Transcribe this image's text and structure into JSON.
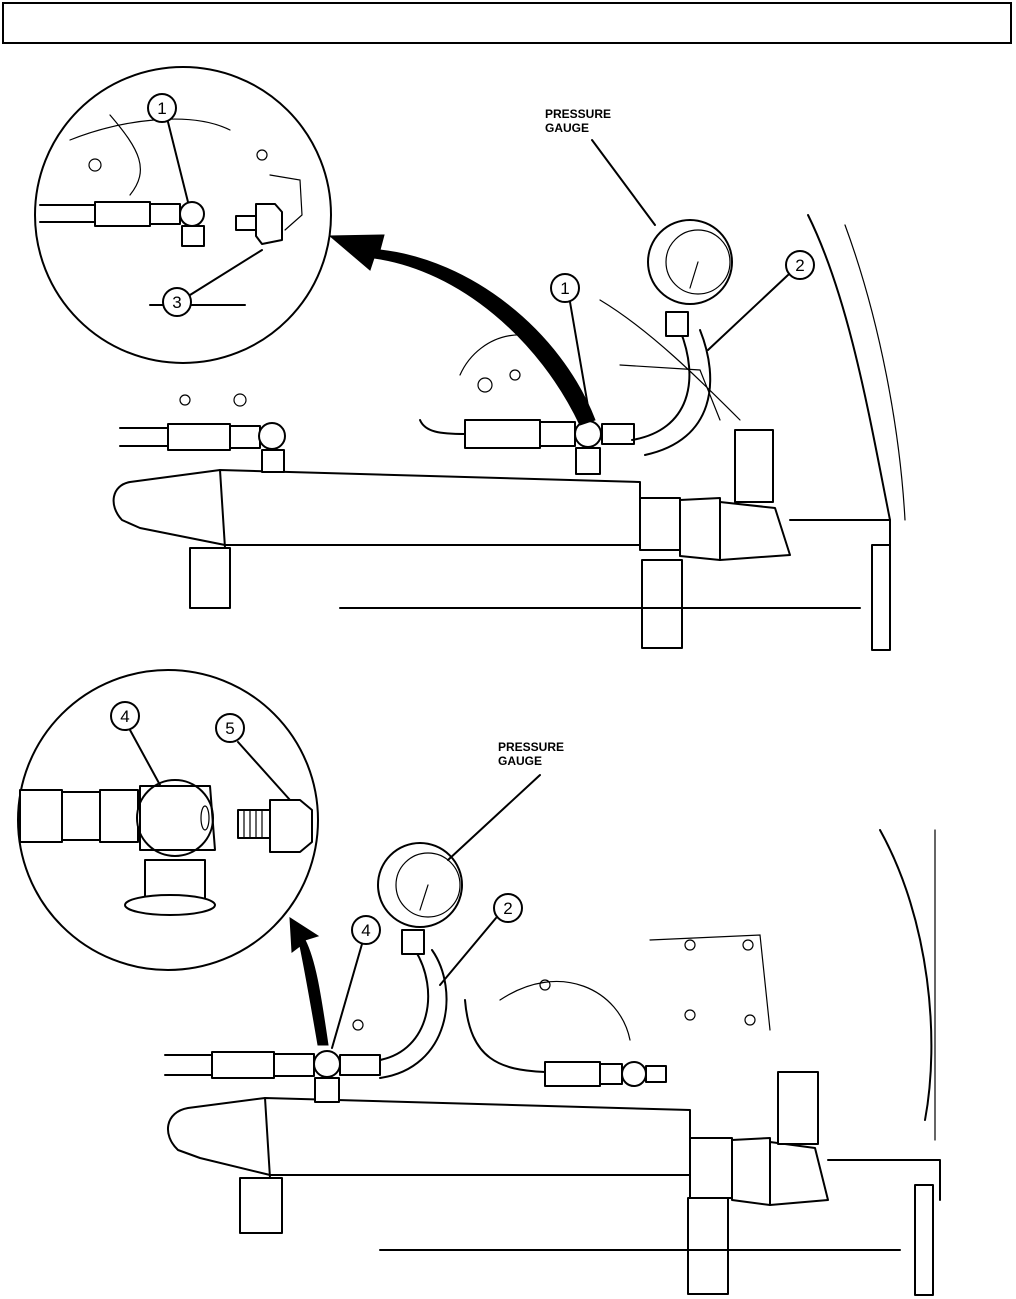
{
  "header": {
    "text": ""
  },
  "top_view": {
    "gauge_label_line1": "PRESSURE",
    "gauge_label_line2": "GAUGE",
    "callouts": [
      "1",
      "3",
      "1",
      "2"
    ]
  },
  "bottom_view": {
    "gauge_label_line1": "PRESSURE",
    "gauge_label_line2": "GAUGE",
    "callouts": [
      "4",
      "5",
      "4",
      "2"
    ]
  },
  "colors": {
    "ink": "#000000",
    "paper": "#ffffff"
  }
}
